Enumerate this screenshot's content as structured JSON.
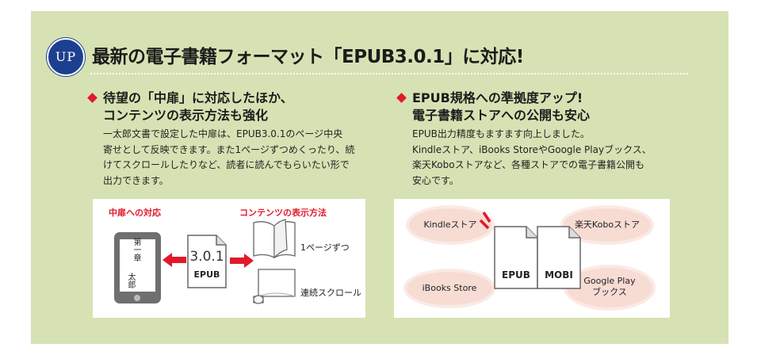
{
  "badge": "UP",
  "headline": "最新の電子書籍フォーマット「EPUB3.0.1」に対応!",
  "left": {
    "title_lines": [
      "待望の「中扉」に対応したほか、",
      "コンテンツの表示方法も強化"
    ],
    "body_lines": [
      "一太郎文書で設定した中扉は、EPUB3.0.1のページ中央",
      "寄せとして反映できます。また1ページずつめくったり、続",
      "けてスクロールしたりなど、読者に読んでもらいたい形で",
      "出力できます。"
    ],
    "figure": {
      "label_chuuto": "中扉への対応",
      "label_contents": "コンテンツの表示方法",
      "tablet_text_1": "第一章",
      "tablet_text_2": "太郎",
      "doc_version": "3.0.1",
      "doc_format": "EPUB",
      "mode_page": "1ページずつ",
      "mode_scroll": "連続スクロール"
    }
  },
  "right": {
    "title_lines": [
      "EPUB規格への準拠度アップ!",
      "電子書籍ストアへの公開も安心"
    ],
    "body_lines": [
      "EPUB出力精度もますます向上しました。",
      "Kindleストア、iBooks StoreやGoogle Playブックス、",
      "楽天Koboストアなど、各種ストアでの電子書籍公開も",
      "安心です。"
    ],
    "figure": {
      "store_kindle": "Kindleストア",
      "store_kobo": "楽天Koboストア",
      "store_ibooks": "iBooks Store",
      "store_google_1": "Google Play",
      "store_google_2": "ブックス",
      "doc_epub": "EPUB",
      "doc_mobi": "MOBI"
    }
  },
  "colors": {
    "panel": "#d6e2b3",
    "accent_red": "#e0192c",
    "badge_blue": "#1d3f8f",
    "oval_pink": "#f7dcd4"
  }
}
